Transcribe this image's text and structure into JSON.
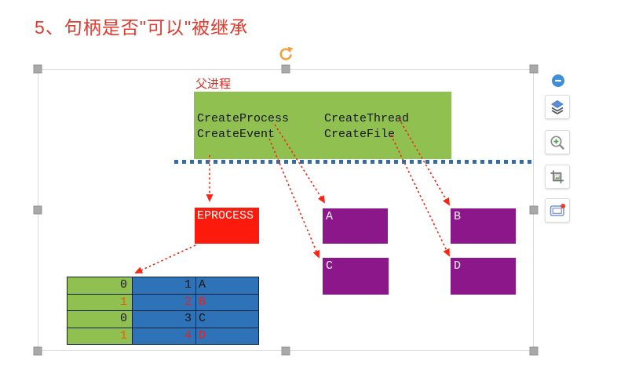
{
  "slide": {
    "title": "5、句柄是否\"可以\"被继承"
  },
  "diagram": {
    "parent_process_label": "父进程",
    "parent_box_functions": {
      "top_left": "CreateProcess",
      "top_right": "CreateThread",
      "bottom_left": "CreateEvent",
      "bottom_right": "CreateFile"
    },
    "eprocess_label": "EPROCESS",
    "handle_boxes": [
      {
        "label": "A"
      },
      {
        "label": "B"
      },
      {
        "label": "C"
      },
      {
        "label": "D"
      }
    ],
    "handle_table": {
      "rows": [
        {
          "inherit_flag": "0",
          "index": "1",
          "name": "A",
          "inherited": false
        },
        {
          "inherit_flag": "1",
          "index": "2",
          "name": "B",
          "inherited": true
        },
        {
          "inherit_flag": "0",
          "index": "3",
          "name": "C",
          "inherited": false
        },
        {
          "inherit_flag": "1",
          "index": "4",
          "name": "D",
          "inherited": true
        }
      ]
    },
    "colors": {
      "parent_box_green": "#90c150",
      "table_blue": "#2e72b8",
      "handle_box_purple": "#8c178a",
      "eprocess_red": "#fb1a0c",
      "dotted_line_blue": "#3a6aa0",
      "arrow_red": "#fa2416",
      "title_red": "#e4392d"
    }
  },
  "toolbar": {
    "items": [
      {
        "icon": "minus-collapse-icon"
      },
      {
        "icon": "layers-icon"
      },
      {
        "icon": "zoom-in-icon"
      },
      {
        "icon": "crop-icon"
      },
      {
        "icon": "screenshot-frame-icon"
      }
    ]
  }
}
